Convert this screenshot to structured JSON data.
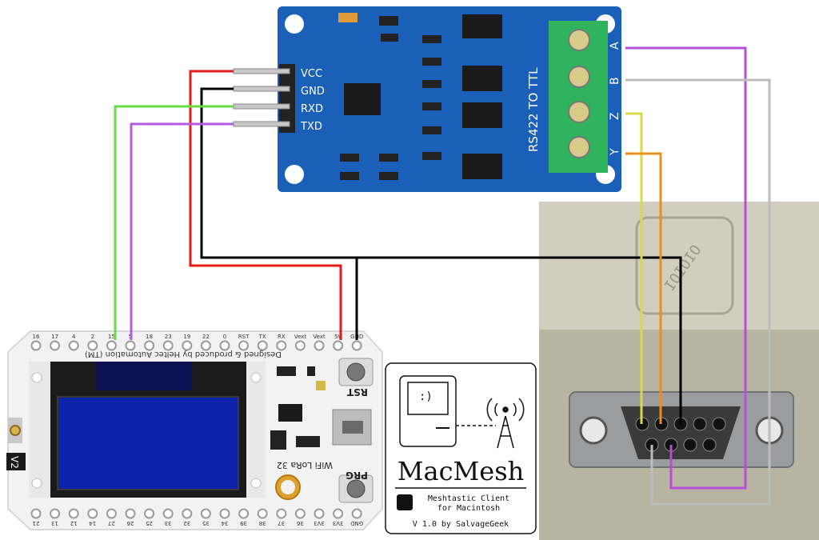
{
  "rs422_module": {
    "pins": [
      "VCC",
      "GND",
      "RXD",
      "TXD"
    ],
    "silkscreen": "RS422 TO TTL",
    "terminals": [
      "A",
      "B",
      "Z",
      "Y"
    ]
  },
  "lora_board": {
    "top_pins": [
      "16",
      "17",
      "4",
      "2",
      "15",
      "5",
      "18",
      "23",
      "19",
      "22",
      "0",
      "RST",
      "TX",
      "RX",
      "Vext",
      "Vext",
      "5V",
      "GND"
    ],
    "bottom_pins": [
      "21",
      "13",
      "12",
      "14",
      "27",
      "26",
      "25",
      "33",
      "32",
      "35",
      "34",
      "39",
      "38",
      "37",
      "36",
      "3V3",
      "3V3",
      "GND"
    ],
    "credit": "Designed & produced by Heltec Automation (TM)",
    "version": "V2",
    "board_name": "WiFi LoRa 32",
    "rst_label": "RST",
    "prg_label": "PRG"
  },
  "macmesh_logo": {
    "title": "MacMesh",
    "subtitle_line1": "Meshtastic Client",
    "subtitle_line2": "for Macintosh",
    "version": "V 1.0 by SalvageGeek"
  },
  "panel_photo": {
    "embossed_text": "IOIOIO"
  },
  "wire_colors": {
    "vcc": "#e51b1b",
    "gnd": "#000000",
    "rxd": "#66dd44",
    "txd": "#b65be0",
    "a": "#b44fd6",
    "b": "#bdbdbd",
    "z": "#d8d84a",
    "y": "#e8901f"
  }
}
